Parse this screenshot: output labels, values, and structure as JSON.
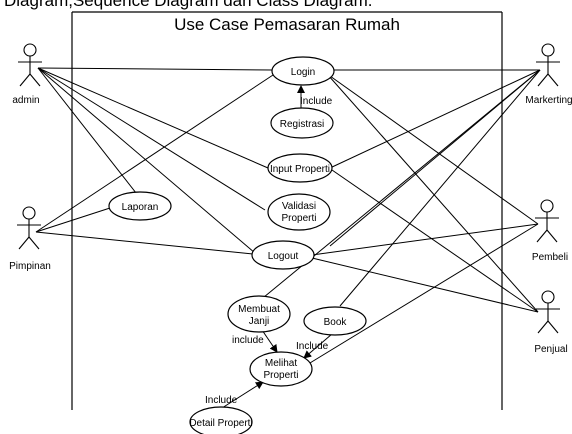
{
  "header_partial": "Diagram,Sequence Diagram dan Class Diagram.",
  "system_title": "Use Case Pemasaran Rumah",
  "actors": {
    "admin": "admin",
    "pimpinan": "Pimpinan",
    "marketing": "Markerting",
    "pembeli": "Pembeli",
    "penjual": "Penjual"
  },
  "usecases": {
    "login": "Login",
    "registrasi": "Registrasi",
    "input_properti": "Input Properti",
    "validasi_line1": "Validasi",
    "validasi_line2": "Properti",
    "laporan": "Laporan",
    "logout": "Logout",
    "membuat_janji_line1": "Membuat",
    "membuat_janji_line2": "Janji",
    "book": "Book",
    "melihat_properti_line1": "Melihat",
    "melihat_properti_line2": "Properti",
    "detail_properti": "Detail Properti"
  },
  "relations": {
    "include_registrasi": "Include",
    "include_membuat_janji": "include",
    "include_book": "Include",
    "include_detail": "Include"
  }
}
